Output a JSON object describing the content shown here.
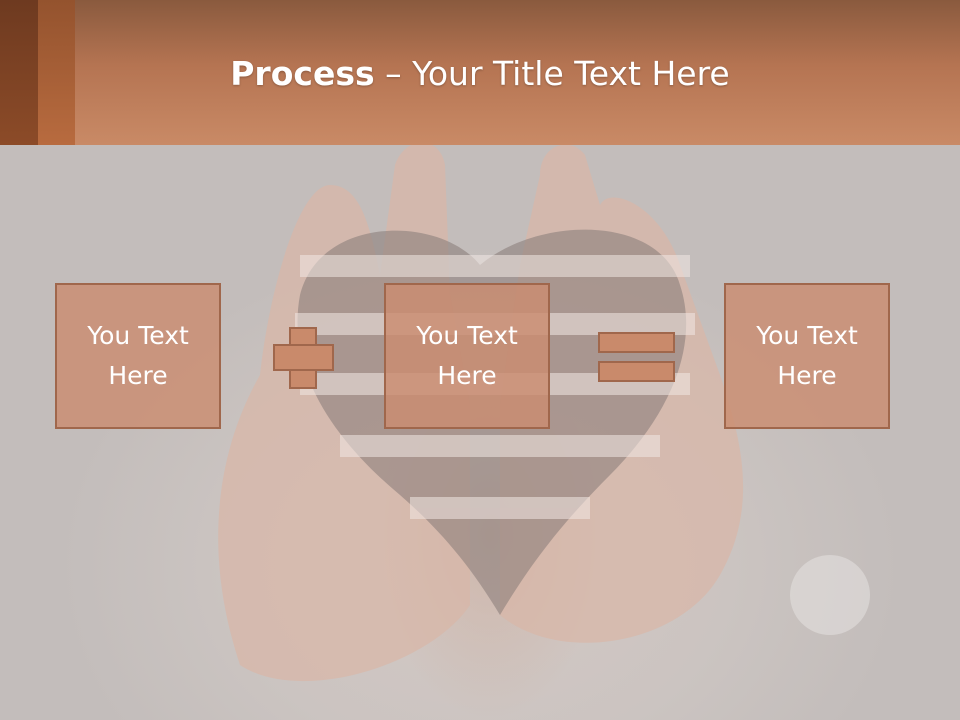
{
  "slide": {
    "title_bold": "Process",
    "title_rest": " – Your Title Text Here"
  },
  "steps": [
    {
      "label": "You Text Here"
    },
    {
      "label": "You Text Here"
    },
    {
      "label": "You Text Here"
    }
  ],
  "operators": [
    "plus",
    "equals"
  ],
  "colors": {
    "header": "#c17b57",
    "box_fill": "#cb8c70",
    "box_border": "#a0674c",
    "text": "#ffffff"
  }
}
